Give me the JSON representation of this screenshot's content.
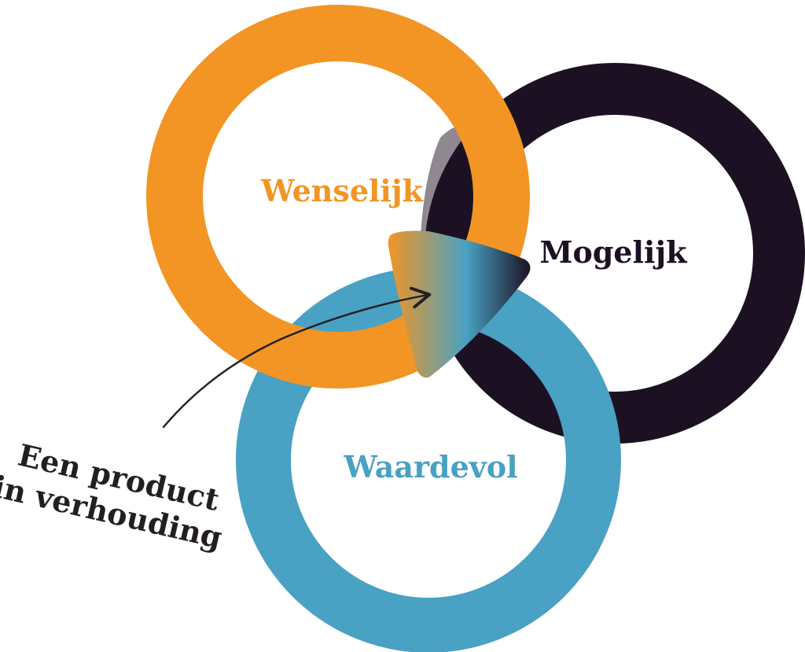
{
  "colors": {
    "background": "#ffffff",
    "wenselijk": "#f29524",
    "mogelijk": "#1c1122",
    "waardevol": "#49a1c3",
    "overlap_grey": "#8f8891",
    "overlap_light_blue": "#a2cfdf",
    "annotation": "#231f20"
  },
  "circles": {
    "wenselijk": {
      "label": "Wenselijk"
    },
    "mogelijk": {
      "label": "Mogelijk"
    },
    "waardevol": {
      "label": "Waardevol"
    }
  },
  "annotation": {
    "line1": "Een product",
    "line2": "in verhouding"
  }
}
